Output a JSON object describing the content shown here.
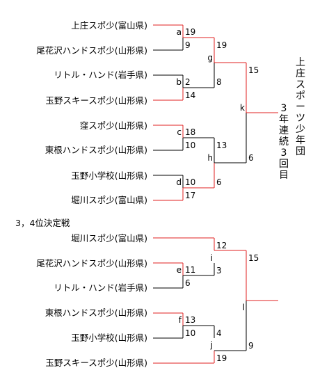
{
  "main_bracket": {
    "teams": [
      "上庄スポ少(富山県)",
      "尾花沢ハンドスポ少(山形県)",
      "リトル・ハンド(岩手県)",
      "玉野スキースポ少(山形県)",
      "窪スポ少(山形県)",
      "東根ハンドスポ少(山形県)",
      "玉野小学校(山形県)",
      "堀川スポ少(富山県)"
    ],
    "match_labels": [
      "a",
      "b",
      "c",
      "d",
      "g",
      "h",
      "k"
    ],
    "scores": {
      "a": [
        "19",
        "9"
      ],
      "b": [
        "2",
        "14"
      ],
      "c": [
        "18",
        "10"
      ],
      "d": [
        "10",
        "17"
      ],
      "g": [
        "19",
        "8"
      ],
      "h": [
        "13",
        "6"
      ],
      "k": [
        "15",
        "6"
      ]
    }
  },
  "champion_note": {
    "line1": "上庄スポーツ少年団",
    "line2": "3年連続3回目"
  },
  "third_place": {
    "title": "3，4位決定戦",
    "teams": [
      "堀川スポ少(富山県)",
      "尾花沢ハンドスポ少(山形県)",
      "リトル・ハンド(岩手県)",
      "東根ハンドスポ少(山形県)",
      "玉野小学校(山形県)",
      "玉野スキースポ少(山形県)"
    ],
    "match_labels": [
      "e",
      "f",
      "i",
      "j",
      "l"
    ],
    "scores": {
      "e": [
        "11",
        "6"
      ],
      "f": [
        "13",
        "10"
      ],
      "i": [
        "12",
        "3"
      ],
      "j": [
        "4",
        "19"
      ],
      "l": [
        "15",
        "9"
      ]
    }
  },
  "colors": {
    "winner_line": "#e02020",
    "loser_line": "#000000"
  }
}
